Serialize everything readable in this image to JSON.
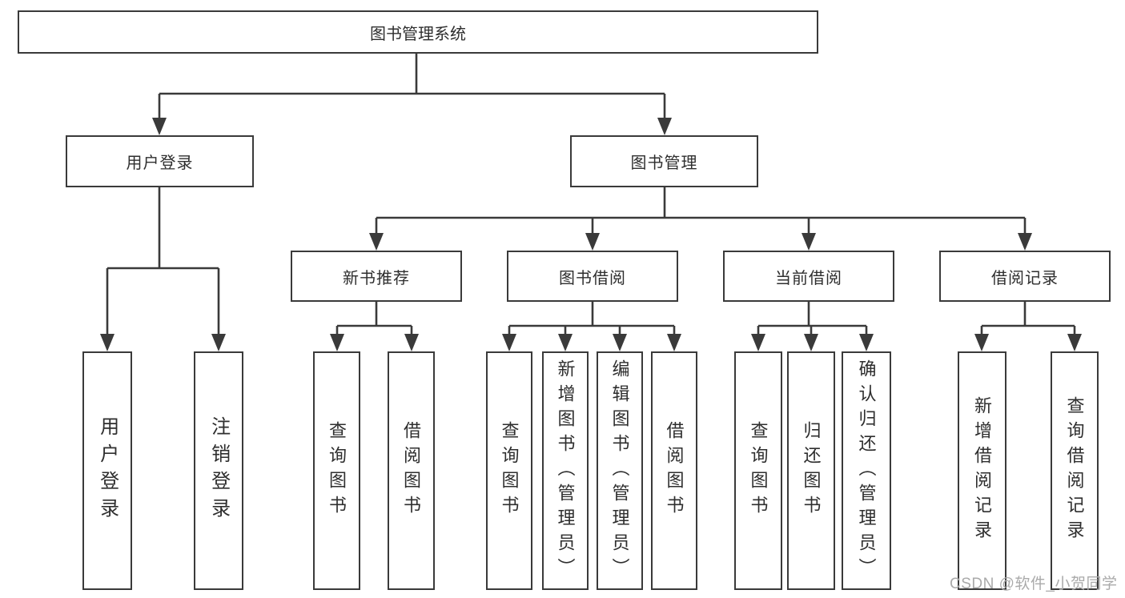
{
  "tree": {
    "root_label": "图书管理系统",
    "branches": [
      {
        "label": "用户登录",
        "children": [
          {
            "label": "用户登录"
          },
          {
            "label": "注销登录"
          }
        ]
      },
      {
        "label": "图书管理",
        "sections": [
          {
            "label": "新书推荐",
            "children": [
              {
                "label": "查询图书"
              },
              {
                "label": "借阅图书"
              }
            ]
          },
          {
            "label": "图书借阅",
            "children": [
              {
                "label": "查询图书"
              },
              {
                "label": "新增图书（管理员）"
              },
              {
                "label": "编辑图书（管理员）"
              },
              {
                "label": "借阅图书"
              }
            ]
          },
          {
            "label": "当前借阅",
            "children": [
              {
                "label": "查询图书"
              },
              {
                "label": "归还图书"
              },
              {
                "label": "确认归还（管理员）"
              }
            ]
          },
          {
            "label": "借阅记录",
            "children": [
              {
                "label": "新增借阅记录"
              },
              {
                "label": "查询借阅记录"
              }
            ]
          }
        ]
      }
    ]
  },
  "watermark": {
    "text": "CSDN @软件_小贺同学"
  },
  "colors": {
    "line": "#3a3a3a",
    "border": "#3a3a3a",
    "text": "#2e2e2e",
    "watermark": "#aaaaaa",
    "background": "#ffffff"
  }
}
